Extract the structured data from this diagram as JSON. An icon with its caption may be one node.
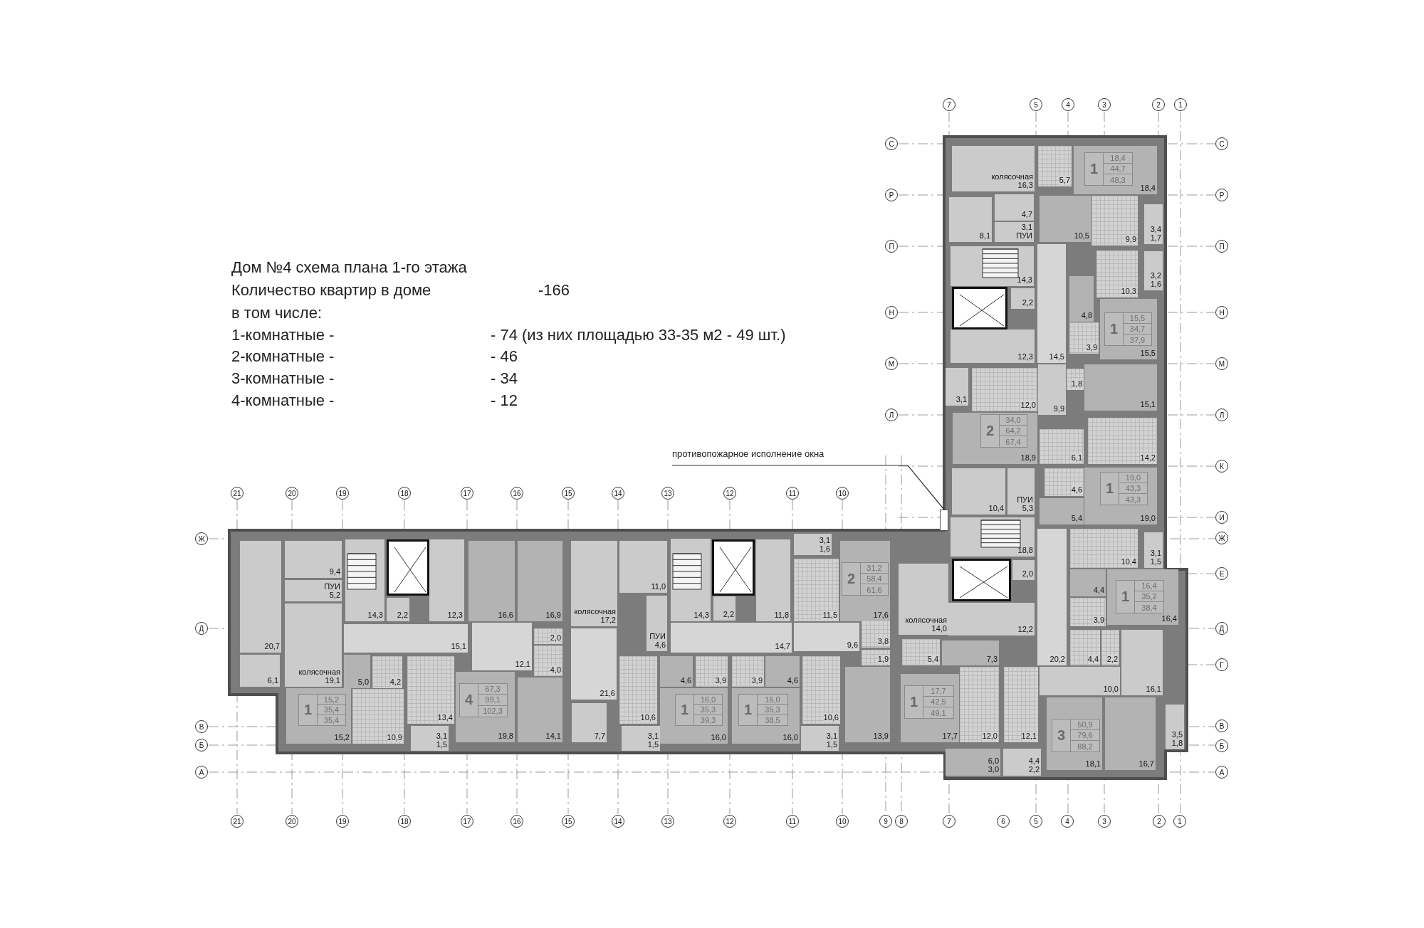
{
  "diagram": {
    "title": "Дом №4 схема плана 1-го этажа",
    "nodes": [
      {
        "text": [
          "колясочная",
          "16,3"
        ]
      },
      {
        "text": [
          "5,7"
        ]
      },
      {
        "text": [
          "18,4"
        ]
      },
      {
        "text": [
          "1",
          "18,4",
          "44,7",
          "48,3"
        ],
        "in": 2
      },
      {
        "text": [
          "8,1"
        ]
      },
      {
        "text": [
          "4,7"
        ]
      },
      {
        "text": [
          "3,1",
          "ПУИ"
        ]
      },
      {
        "text": [
          "10,5"
        ]
      },
      {
        "text": [
          "9,9"
        ]
      },
      {
        "text": [
          "3,4",
          "1,7"
        ]
      },
      {
        "text": [
          "14,3"
        ]
      },
      {
        "text": [
          "2,2"
        ]
      },
      {
        "text": [
          "12,3"
        ]
      },
      {
        "text": [
          "14,5"
        ]
      },
      {
        "text": [
          "10,3"
        ]
      },
      {
        "text": [
          "3,2",
          "1,6"
        ]
      },
      {
        "text": [
          "4,8"
        ]
      },
      {
        "text": [
          "3,9"
        ]
      },
      {
        "text": [
          "15,5"
        ]
      },
      {
        "text": [
          "1",
          "15,5",
          "34,7",
          "37,9"
        ],
        "in": 18
      },
      {
        "text": [
          "3,1"
        ]
      },
      {
        "text": [
          "12,0"
        ]
      },
      {
        "text": [
          "9,9"
        ]
      },
      {
        "text": [
          "1,8"
        ]
      },
      {
        "text": [
          "15,1"
        ]
      },
      {
        "text": [
          "18,9"
        ]
      },
      {
        "text": [
          "2",
          "34,0",
          "64,2",
          "67,4"
        ],
        "in": 25
      },
      {
        "text": [
          "6,1"
        ]
      },
      {
        "text": [
          "14,2"
        ]
      },
      {
        "text": [
          "10,4"
        ]
      },
      {
        "text": [
          "ПУИ",
          "5,3"
        ]
      },
      {
        "text": [
          "4,6"
        ]
      },
      {
        "text": [
          "5,4"
        ]
      },
      {
        "text": [
          "19,0"
        ]
      },
      {
        "text": [
          "1",
          "19,0",
          "43,3",
          "43,3"
        ],
        "in": 33
      },
      {
        "text": [
          "18,8"
        ]
      },
      {
        "text": [
          "2,0"
        ]
      },
      {
        "text": [
          "колясочная",
          "14,0"
        ]
      },
      {
        "text": [
          "12,2"
        ]
      },
      {
        "text": [
          "20,2"
        ]
      },
      {
        "text": [
          "10,4"
        ]
      },
      {
        "text": [
          "3,1",
          "1,5"
        ]
      },
      {
        "text": [
          "4,4"
        ]
      },
      {
        "text": [
          "3,9"
        ]
      },
      {
        "text": [
          "16,4"
        ]
      },
      {
        "text": [
          "1",
          "16,4",
          "35,2",
          "38,4"
        ],
        "in": 44
      },
      {
        "text": [
          "5,4"
        ]
      },
      {
        "text": [
          "7,3"
        ]
      },
      {
        "text": [
          "4,4"
        ]
      },
      {
        "text": [
          "2,2"
        ]
      },
      {
        "text": [
          "16,1"
        ]
      },
      {
        "text": [
          "10,0"
        ]
      },
      {
        "text": [
          "17,7"
        ]
      },
      {
        "text": [
          "1",
          "17,7",
          "42,5",
          "49,1"
        ],
        "in": 52
      },
      {
        "text": [
          "12,0"
        ]
      },
      {
        "text": [
          "12,1"
        ]
      },
      {
        "text": [
          "6,0",
          "3,0"
        ]
      },
      {
        "text": [
          "4,4",
          "2,2"
        ]
      },
      {
        "text": [
          "18,1"
        ]
      },
      {
        "text": [
          "3",
          "50,9",
          "79,6",
          "88,2"
        ],
        "in": 58
      },
      {
        "text": [
          "16,7"
        ]
      },
      {
        "text": [
          "3,5",
          "1,8"
        ]
      },
      {
        "text": [
          "20,7"
        ]
      },
      {
        "text": [
          "6,1"
        ]
      },
      {
        "text": [
          "9,4"
        ]
      },
      {
        "text": [
          "ПУИ",
          "5,2"
        ]
      },
      {
        "text": [
          "колясочная",
          "19,1"
        ]
      },
      {
        "text": [
          "14,3"
        ]
      },
      {
        "text": [
          "2,2"
        ]
      },
      {
        "text": [
          "12,3"
        ]
      },
      {
        "text": [
          "15,1"
        ]
      },
      {
        "text": [
          "16,6"
        ]
      },
      {
        "text": [
          "16,9"
        ]
      },
      {
        "text": [
          "12,1"
        ]
      },
      {
        "text": [
          "2,0"
        ]
      },
      {
        "text": [
          "4,0"
        ]
      },
      {
        "text": [
          "5,0"
        ]
      },
      {
        "text": [
          "4,2"
        ]
      },
      {
        "text": [
          "15,2"
        ]
      },
      {
        "text": [
          "1",
          "15,2",
          "35,4",
          "35,4"
        ],
        "in": 78
      },
      {
        "text": [
          "10,9"
        ]
      },
      {
        "text": [
          "13,4"
        ]
      },
      {
        "text": [
          "3,1",
          "1,5"
        ]
      },
      {
        "text": [
          "19,8"
        ]
      },
      {
        "text": [
          "4",
          "67,3",
          "99,1",
          "102,3"
        ],
        "in": 83
      },
      {
        "text": [
          "14,1"
        ]
      },
      {
        "text": [
          "колясочная",
          "17,2"
        ]
      },
      {
        "text": [
          "11,0"
        ]
      },
      {
        "text": [
          "ПУИ",
          "4,6"
        ]
      },
      {
        "text": [
          "21,6"
        ]
      },
      {
        "text": [
          "7,7"
        ]
      },
      {
        "text": [
          "14,3"
        ]
      },
      {
        "text": [
          "2,2"
        ]
      },
      {
        "text": [
          "11,8"
        ]
      },
      {
        "text": [
          "14,7"
        ]
      },
      {
        "text": [
          "3,1",
          "1,6"
        ]
      },
      {
        "text": [
          "11,5"
        ]
      },
      {
        "text": [
          "17,6"
        ]
      },
      {
        "text": [
          "2",
          "31,2",
          "58,4",
          "61,6"
        ],
        "in": 97
      },
      {
        "text": [
          "9,6"
        ]
      },
      {
        "text": [
          "3,8"
        ]
      },
      {
        "text": [
          "1,9"
        ]
      },
      {
        "text": [
          "13,9"
        ]
      },
      {
        "text": [
          "10,6"
        ]
      },
      {
        "text": [
          "3,1",
          "1,5"
        ]
      },
      {
        "text": [
          "4,6"
        ]
      },
      {
        "text": [
          "3,9"
        ]
      },
      {
        "text": [
          "16,0"
        ]
      },
      {
        "text": [
          "1",
          "16,0",
          "35,3",
          "39,3"
        ],
        "in": 107
      },
      {
        "text": [
          "3,9"
        ]
      },
      {
        "text": [
          "4,6"
        ]
      },
      {
        "text": [
          "16,0"
        ]
      },
      {
        "text": [
          "1",
          "16,0",
          "35,3",
          "38,5"
        ],
        "in": 111
      },
      {
        "text": [
          "10,6"
        ]
      },
      {
        "text": [
          "3,1",
          "1,5"
        ]
      },
      {
        "text": [
          "противопожарное исполнение окна"
        ]
      },
      {
        "text": [],
        "shape": "bar"
      },
      {
        "text": [],
        "shape": "box"
      },
      {
        "text": [],
        "shape": "box"
      },
      {
        "text": [],
        "shape": "box"
      },
      {
        "text": [],
        "shape": "box"
      }
    ],
    "edges": [
      {
        "from": 115,
        "to": 116,
        "arrow": "none"
      }
    ],
    "labels": [
      "Количество квартир в доме",
      "-166",
      "в том числе:",
      "1-комнатные -",
      "- 74 (из них площадью 33-35 м2 - 49 шт.)",
      "2-комнатные -",
      "- 46",
      "3-комнатные -",
      "- 34",
      "4-комнатные -",
      "- 12",
      "7",
      "5",
      "4",
      "3",
      "2",
      "1",
      "С",
      "Р",
      "П",
      "Н",
      "М",
      "Л",
      "С",
      "Р",
      "П",
      "Н",
      "М",
      "Л",
      "К",
      "И",
      "Ж",
      "Е",
      "Д",
      "Г",
      "В",
      "Б",
      "А",
      "21",
      "20",
      "19",
      "18",
      "17",
      "16",
      "15",
      "14",
      "13",
      "12",
      "11",
      "10",
      "Ж",
      "Д",
      "В",
      "Б",
      "А",
      "21",
      "20",
      "19",
      "18",
      "17",
      "16",
      "15",
      "14",
      "13",
      "12",
      "11",
      "10",
      "9",
      "8",
      "7",
      "6",
      "5",
      "4",
      "3",
      "2",
      "1"
    ]
  }
}
